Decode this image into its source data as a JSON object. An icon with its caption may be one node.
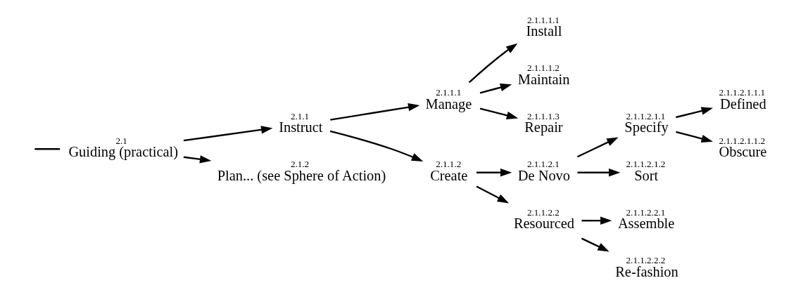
{
  "diagram": {
    "nodes": [
      {
        "text": [
          "2.1",
          "Guiding (practical)"
        ]
      },
      {
        "text": [
          "2.1.1",
          "Instruct"
        ]
      },
      {
        "text": [
          "2.1.2",
          "Plan... (see Sphere of Action)"
        ]
      },
      {
        "text": [
          "2.1.1.1",
          "Manage"
        ]
      },
      {
        "text": [
          "2.1.1.2",
          "Create"
        ]
      },
      {
        "text": [
          "2.1.1.1.1",
          "Install"
        ]
      },
      {
        "text": [
          "2.1.1.1.2",
          "Maintain"
        ]
      },
      {
        "text": [
          "2.1.1.1.3",
          "Repair"
        ]
      },
      {
        "text": [
          "2.1.1.2.1",
          "De Novo"
        ]
      },
      {
        "text": [
          "2.1.1.2.2",
          "Resourced"
        ]
      },
      {
        "text": [
          "2.1.1.2.1.1",
          "Specify"
        ]
      },
      {
        "text": [
          "2.1.1.2.1.2",
          "Sort"
        ]
      },
      {
        "text": [
          "2.1.1.2.1.1.1",
          "Defined"
        ]
      },
      {
        "text": [
          "2.1.1.2.1.1.2",
          "Obscure"
        ]
      },
      {
        "text": [
          "2.1.1.2.2.1",
          "Assemble"
        ]
      },
      {
        "text": [
          "2.1.1.2.2.2",
          "Re-fashion"
        ]
      }
    ],
    "edges": [
      {
        "from": null,
        "to": 0,
        "arrow": "none"
      },
      {
        "from": 0,
        "to": 1,
        "arrow": "to"
      },
      {
        "from": 0,
        "to": 2,
        "arrow": "to"
      },
      {
        "from": 1,
        "to": 3,
        "arrow": "to"
      },
      {
        "from": 1,
        "to": 4,
        "arrow": "to"
      },
      {
        "from": 3,
        "to": 5,
        "arrow": "to"
      },
      {
        "from": 3,
        "to": 6,
        "arrow": "to"
      },
      {
        "from": 3,
        "to": 7,
        "arrow": "to"
      },
      {
        "from": 4,
        "to": 8,
        "arrow": "to"
      },
      {
        "from": 4,
        "to": 9,
        "arrow": "to"
      },
      {
        "from": 8,
        "to": 10,
        "arrow": "to"
      },
      {
        "from": 8,
        "to": 11,
        "arrow": "to"
      },
      {
        "from": 10,
        "to": 12,
        "arrow": "to"
      },
      {
        "from": 10,
        "to": 13,
        "arrow": "to"
      },
      {
        "from": 9,
        "to": 14,
        "arrow": "to"
      },
      {
        "from": 9,
        "to": 15,
        "arrow": "to"
      }
    ]
  }
}
